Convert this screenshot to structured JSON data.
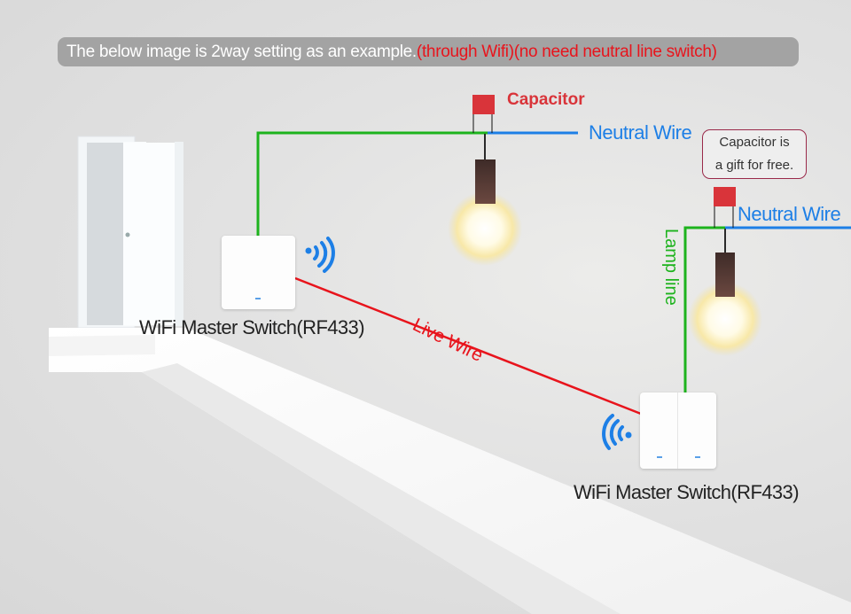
{
  "banner": {
    "text_main": "The below image is 2way setting as an example.",
    "text_red": "(through Wifi)(no need neutral line switch)"
  },
  "labels": {
    "capacitor": "Capacitor",
    "neutral_wire_1": "Neutral Wire",
    "neutral_wire_2": "Neutral Wire",
    "capacitor_gift_line1": "Capacitor is",
    "capacitor_gift_line2": "a gift for free.",
    "lamp_line": "Lamp line",
    "live_wire": "Live Wire",
    "switch_1": "WiFi Master Switch(RF433)",
    "switch_2": "WiFi Master Switch(RF433)"
  },
  "colors": {
    "neutral_wire": "#1d7fe6",
    "lamp_line": "#1db31d",
    "live_wire": "#e8141c",
    "capacitor": "#d9343a",
    "wifi_icon": "#1d7fe6",
    "banner_bg": "#a3a3a3"
  },
  "icons": [
    "wifi-signal-icon",
    "wifi-signal-icon",
    "light-bulb-icon",
    "light-bulb-icon",
    "capacitor-icon",
    "door-icon"
  ]
}
